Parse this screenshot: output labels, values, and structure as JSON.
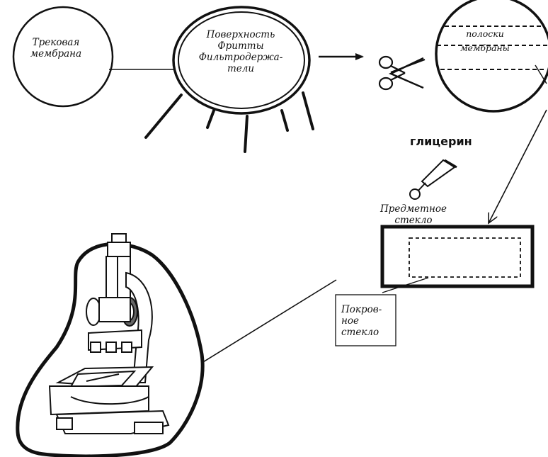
{
  "nodes": {
    "track_membrane": {
      "line1": "Трековая",
      "line2": "мембрана"
    },
    "frit_surface": {
      "line1": "Поверхность",
      "line2": "Фритты",
      "line3": "Фильтродержа-",
      "line4": "тели"
    },
    "membrane_strips": {
      "line1": "полоски",
      "line2": "мембраны"
    },
    "glycerin": {
      "label": "глицерин"
    },
    "slide": {
      "line1": "Предметное",
      "line2": "стекло"
    },
    "cover_glass": {
      "line1": "Покров-",
      "line2": "ное",
      "line3": "стекло"
    }
  },
  "icons": [
    "scissors-icon",
    "dropper-icon",
    "microscope-icon"
  ],
  "colors": {
    "ink": "#111111",
    "background": "#ffffff"
  }
}
